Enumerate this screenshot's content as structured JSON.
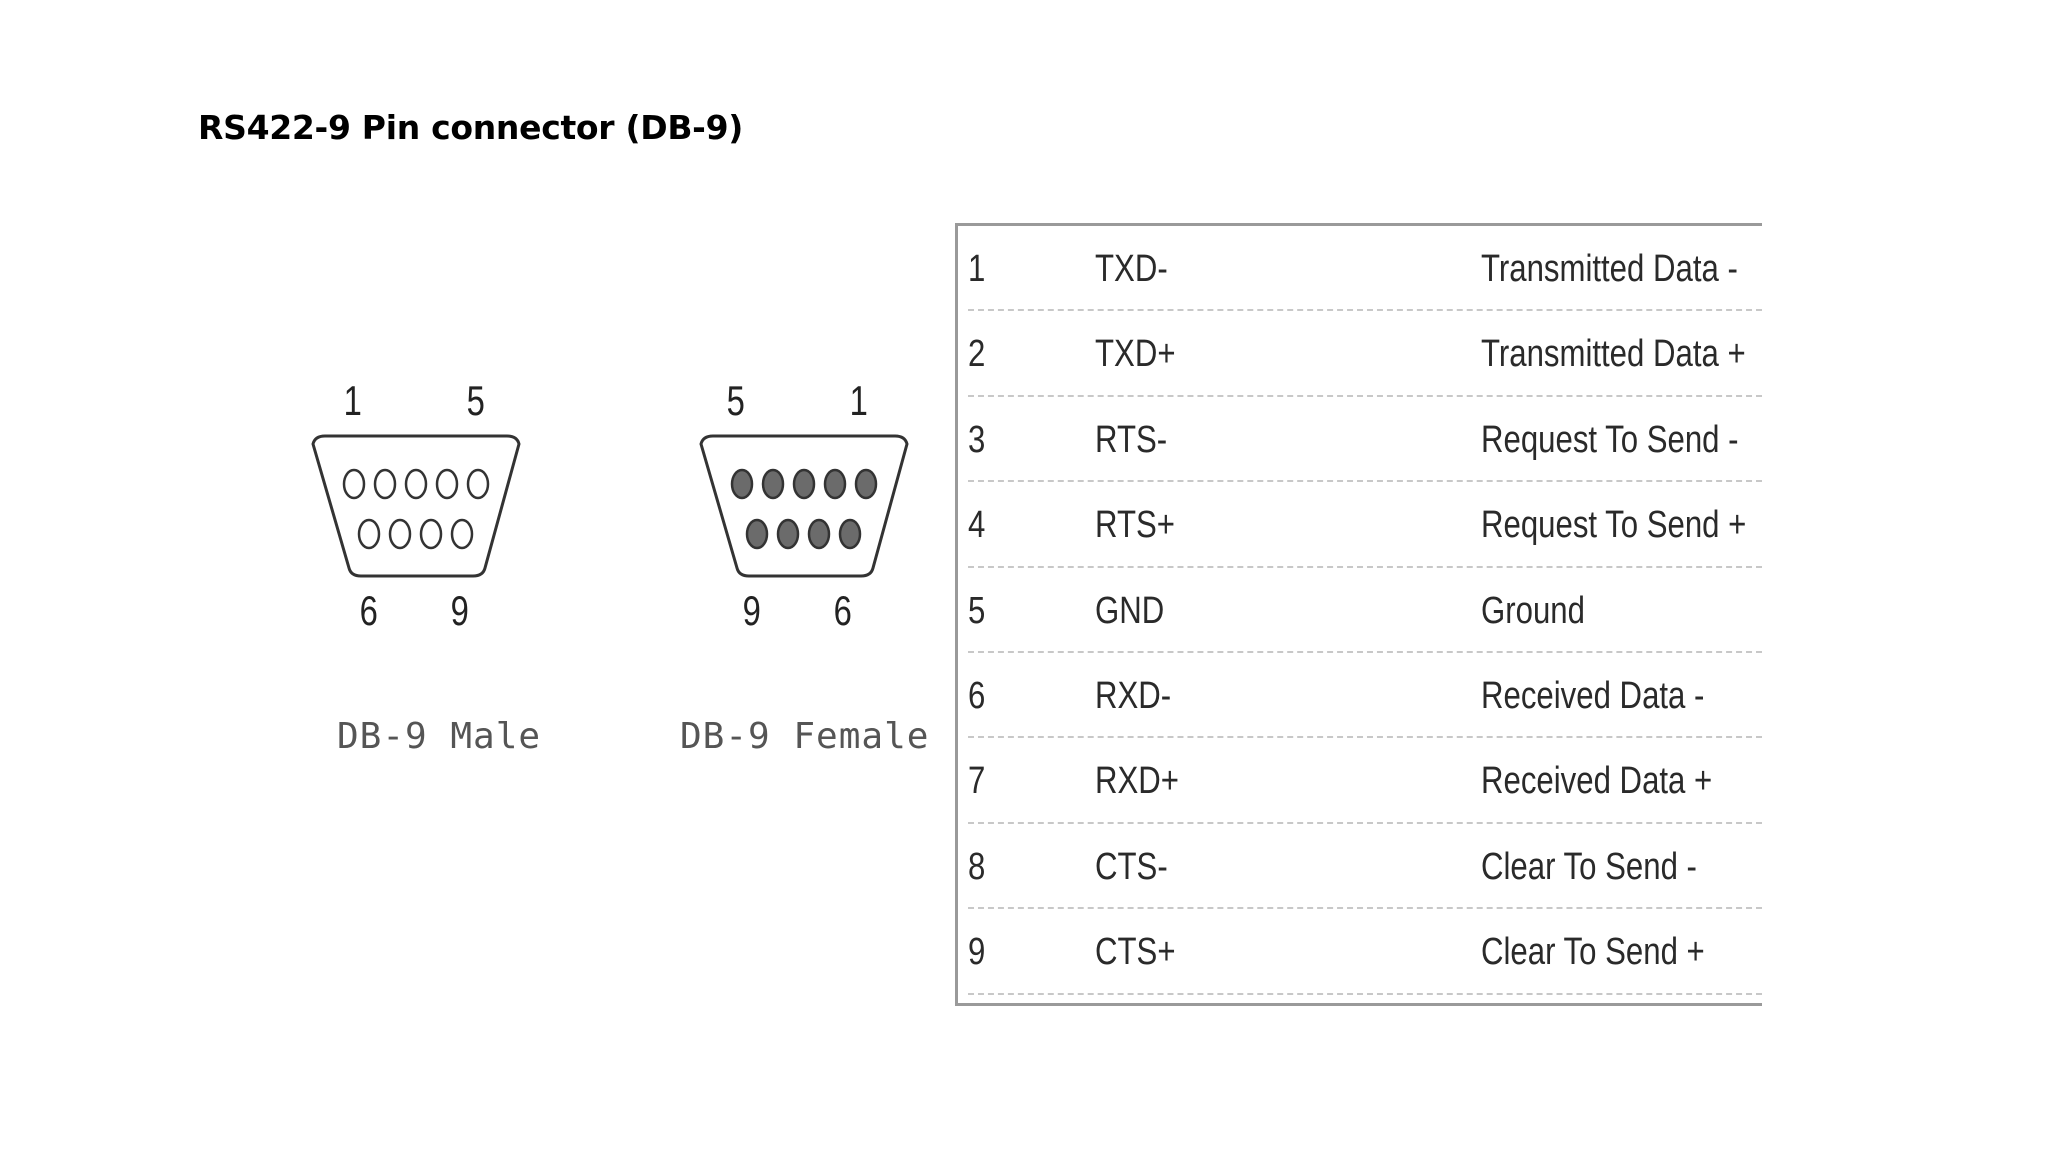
{
  "title": "RS422-9 Pin connector (DB-9)",
  "connectors": {
    "male": {
      "caption": "DB-9 Male",
      "top_left": "1",
      "top_right": "5",
      "bottom_left": "6",
      "bottom_right": "9",
      "pin_style": "hollow"
    },
    "female": {
      "caption": "DB-9 Female",
      "top_left": "5",
      "top_right": "1",
      "bottom_left": "9",
      "bottom_right": "6",
      "pin_style": "filled"
    }
  },
  "pins": [
    {
      "num": "1",
      "signal": "TXD-",
      "description": "Transmitted Data -"
    },
    {
      "num": "2",
      "signal": "TXD+",
      "description": "Transmitted Data +"
    },
    {
      "num": "3",
      "signal": "RTS-",
      "description": "Request To Send -"
    },
    {
      "num": "4",
      "signal": "RTS+",
      "description": "Request To Send +"
    },
    {
      "num": "5",
      "signal": "GND",
      "description": "Ground"
    },
    {
      "num": "6",
      "signal": "RXD-",
      "description": "Received Data -"
    },
    {
      "num": "7",
      "signal": "RXD+",
      "description": "Received Data +"
    },
    {
      "num": "8",
      "signal": "CTS-",
      "description": "Clear To Send -"
    },
    {
      "num": "9",
      "signal": "CTS+",
      "description": "Clear To Send +"
    }
  ]
}
